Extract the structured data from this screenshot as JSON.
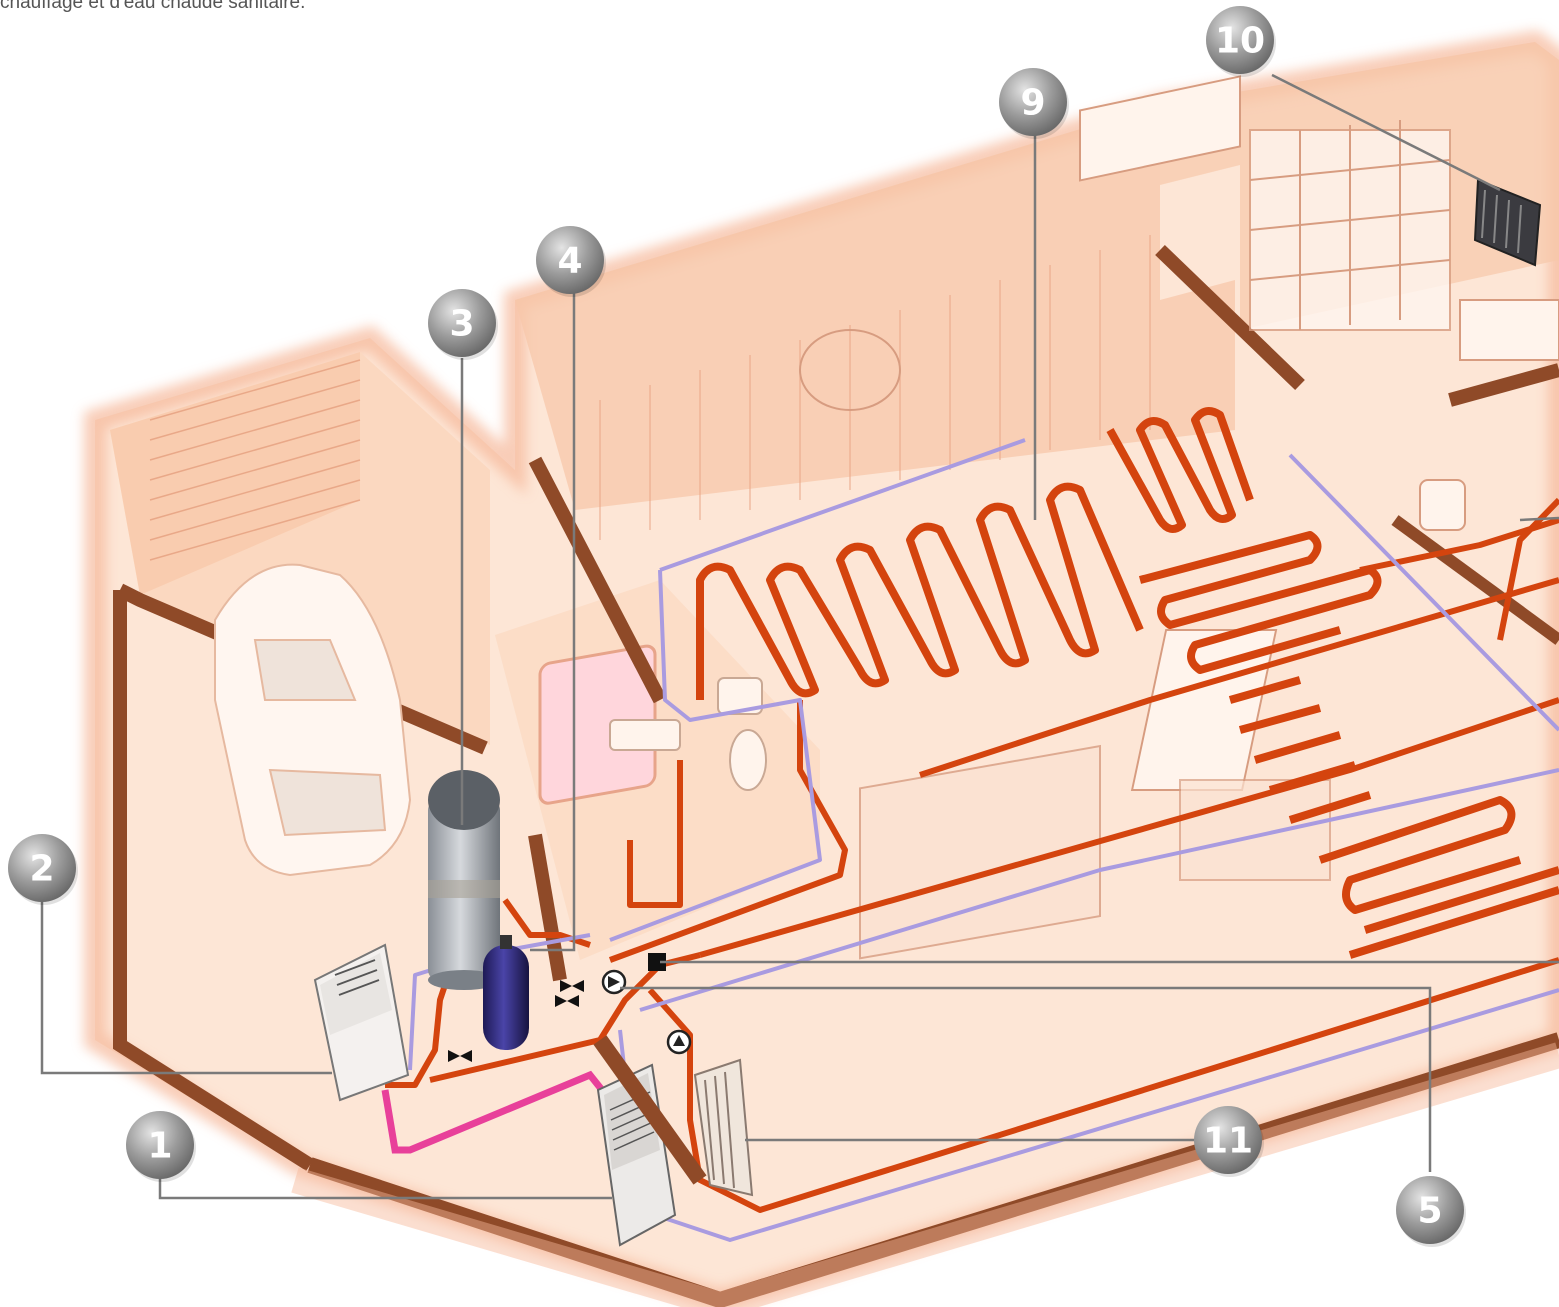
{
  "caption": "chauffage et d'eau chaude sanitaire.",
  "colors": {
    "heating_pipe": "#d4440e",
    "return_pipe": "#a99be0",
    "refrigerant_pipe": "#e8409a",
    "wall_glow": "#f6b89a",
    "wall_dark": "#8f4a28",
    "floor": "#fbe0cd",
    "marker": "#9a9a9a"
  },
  "markers": [
    {
      "label": "1",
      "name": "outdoor-heat-pump-unit"
    },
    {
      "label": "2",
      "name": "indoor-hydraulic-module"
    },
    {
      "label": "3",
      "name": "hot-water-cylinder"
    },
    {
      "label": "4",
      "name": "expansion-vessel"
    },
    {
      "label": "5",
      "name": "circulation-pump"
    },
    {
      "label": "9",
      "name": "underfloor-heating-loop"
    },
    {
      "label": "10",
      "name": "wall-radiator"
    },
    {
      "label": "11",
      "name": "low-temperature-radiator"
    }
  ]
}
